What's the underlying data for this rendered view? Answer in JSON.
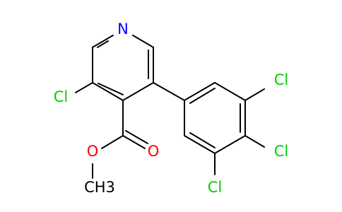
{
  "molecule": {
    "colors": {
      "bond": "#000000",
      "nitrogen": "#0000ff",
      "chlorine": "#00cc00",
      "oxygen": "#ff0000",
      "carbon": "#000000"
    },
    "labels": {
      "N1": "N",
      "Cl_a": "Cl",
      "Cl_b": "Cl",
      "Cl_c": "Cl",
      "Cl_d": "Cl",
      "O_carbonyl": "O",
      "O_ester": "O",
      "CH3": "CH3"
    }
  }
}
